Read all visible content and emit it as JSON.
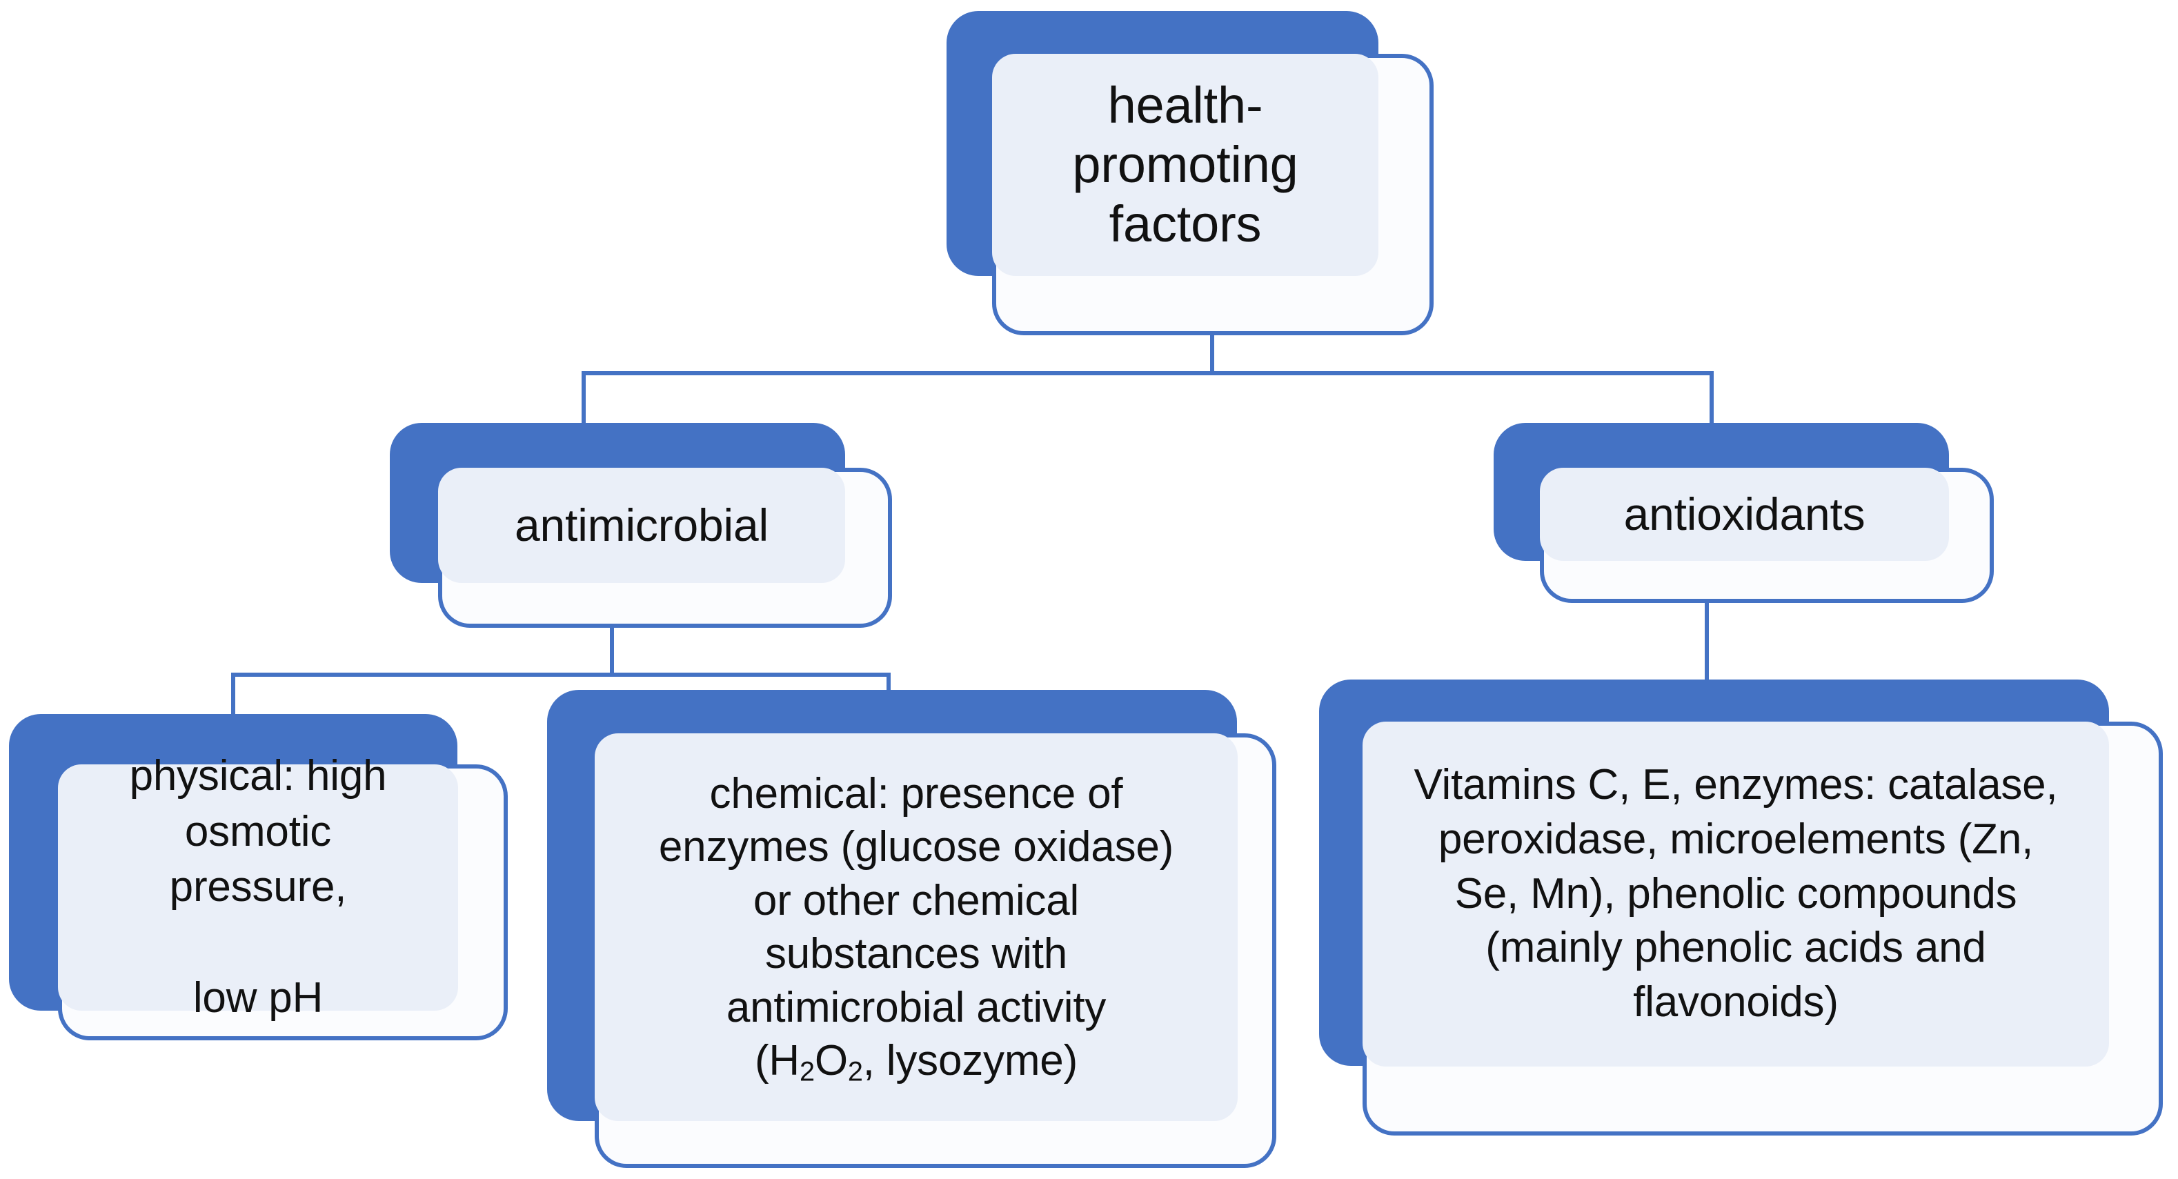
{
  "diagram": {
    "title": "health-promoting factors hierarchy",
    "colors": {
      "accent_blue": "#4472C4",
      "panel_fill": "#EAEFF8",
      "card_fill": "#FBFCFE",
      "text": "#111111",
      "background": "#FFFFFF"
    },
    "nodes": {
      "root": {
        "label": "health-\npromoting\nfactors"
      },
      "antimicrobial": {
        "label": "antimicrobial"
      },
      "antioxidants": {
        "label": "antioxidants"
      },
      "physical": {
        "label": "physical: high\nosmotic\npressure,\n\nlow pH"
      },
      "chemical": {
        "line1": "chemical: presence of",
        "line2": "enzymes (glucose oxidase)",
        "line3": "or other chemical",
        "line4": "substances with",
        "line5": "antimicrobial activity",
        "formula_open": "(H",
        "formula_sub1": "2",
        "formula_mid": "O",
        "formula_sub2": "2",
        "formula_close": ", lysozyme)"
      },
      "antioxidant_details": {
        "label": "Vitamins C, E, enzymes: catalase,\nperoxidase, microelements (Zn,\nSe, Mn), phenolic compounds\n(mainly phenolic acids and\nflavonoids)"
      }
    },
    "edges": [
      {
        "from": "root",
        "to": "antimicrobial"
      },
      {
        "from": "root",
        "to": "antioxidants"
      },
      {
        "from": "antimicrobial",
        "to": "physical"
      },
      {
        "from": "antimicrobial",
        "to": "chemical"
      },
      {
        "from": "antioxidants",
        "to": "antioxidant_details"
      }
    ]
  }
}
